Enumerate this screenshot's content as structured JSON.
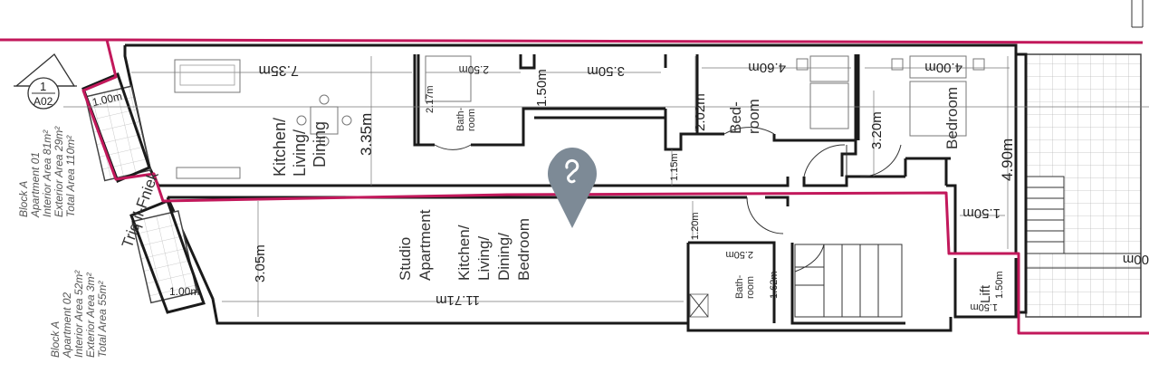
{
  "colors": {
    "boundary": "#c2185b",
    "pin": "#7d8a96",
    "wall": "#1a1a1a"
  },
  "section_marker": {
    "number": "1",
    "sheet": "A02"
  },
  "street": "Triq il-Fniek",
  "apartment_01": {
    "block": "Block A",
    "name": "Apartment 01",
    "interior": "Interior Area 81m²",
    "exterior": "Exterior Area 29m²",
    "total": "Total Area     110m²"
  },
  "apartment_02": {
    "block": "Block A",
    "name": "Apartment 02",
    "interior": "Interior Area 52m²",
    "exterior": "Exterior Area 3m²",
    "total": "Total Area     55m²"
  },
  "rooms": {
    "kitchen_top": [
      "Kitchen/",
      "Living/",
      "Dining"
    ],
    "bathroom_top": [
      "Bath-",
      "room"
    ],
    "bedroom_1": [
      "Bed-",
      "room"
    ],
    "bedroom_2": "Bedroom",
    "studio_title": [
      "Studio",
      "Apartment"
    ],
    "studio_use": [
      "Kitchen/",
      "Living/",
      "Dining/",
      "Bedroom"
    ],
    "bathroom_bottom": [
      "Bath-",
      "room"
    ],
    "lift": "Lift"
  },
  "dimensions": {
    "kitchen_length": "7.35m",
    "kitchen_width": "3.35m",
    "balcony_top": "1.00m",
    "bath_top_len": "2.50m",
    "bath_top_w": "2.17m",
    "corridor_w": "1.50m",
    "corridor_len": "3.50m",
    "corridor_gap": "1.15m",
    "bed1_len": "4.60m",
    "bed1_w": "2.02m",
    "bed2_len": "4.00m",
    "bed2_w": "3.20m",
    "terrace_len": "4.90m",
    "landing": "1.50m",
    "studio_len": "11.71m",
    "studio_w": "3.05m",
    "balcony_bottom": "1.00m",
    "studio_gap": "1.20m",
    "bath_bot_len": "2.50m",
    "bath_bot_w": "1.62m",
    "lift_a": "1.50m",
    "lift_b": "1.50m",
    "right_edge": "00m"
  }
}
